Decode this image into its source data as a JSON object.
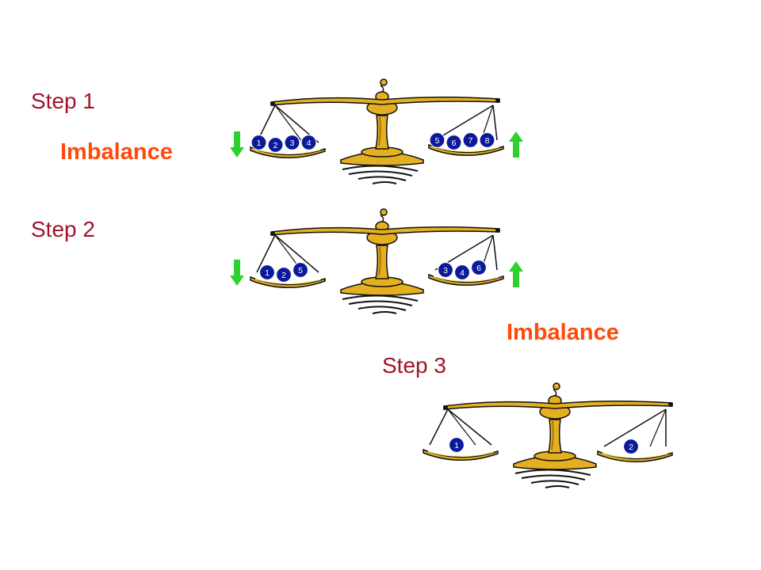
{
  "colors": {
    "step_text": "#a0142a",
    "imbalance_text": "#ff4a0a",
    "gold": "#e5b020",
    "gold_dark": "#a87808",
    "ball": "#0a1a9a",
    "arrow": "#2ed02e"
  },
  "steps": [
    {
      "label": "Step 1",
      "status": "Imbalance",
      "left_pan": [
        "1",
        "2",
        "3",
        "4"
      ],
      "right_pan": [
        "5",
        "6",
        "7",
        "8"
      ],
      "left_indicator": "down-arrow-icon",
      "right_indicator": "up-arrow-icon"
    },
    {
      "label": "Step 2",
      "status": "Imbalance",
      "left_pan": [
        "1",
        "2",
        "5"
      ],
      "right_pan": [
        "3",
        "4",
        "6"
      ],
      "left_indicator": "down-arrow-icon",
      "right_indicator": "up-arrow-icon"
    },
    {
      "label": "Step 3",
      "left_pan": [
        "1"
      ],
      "right_pan": [
        "2"
      ]
    }
  ]
}
